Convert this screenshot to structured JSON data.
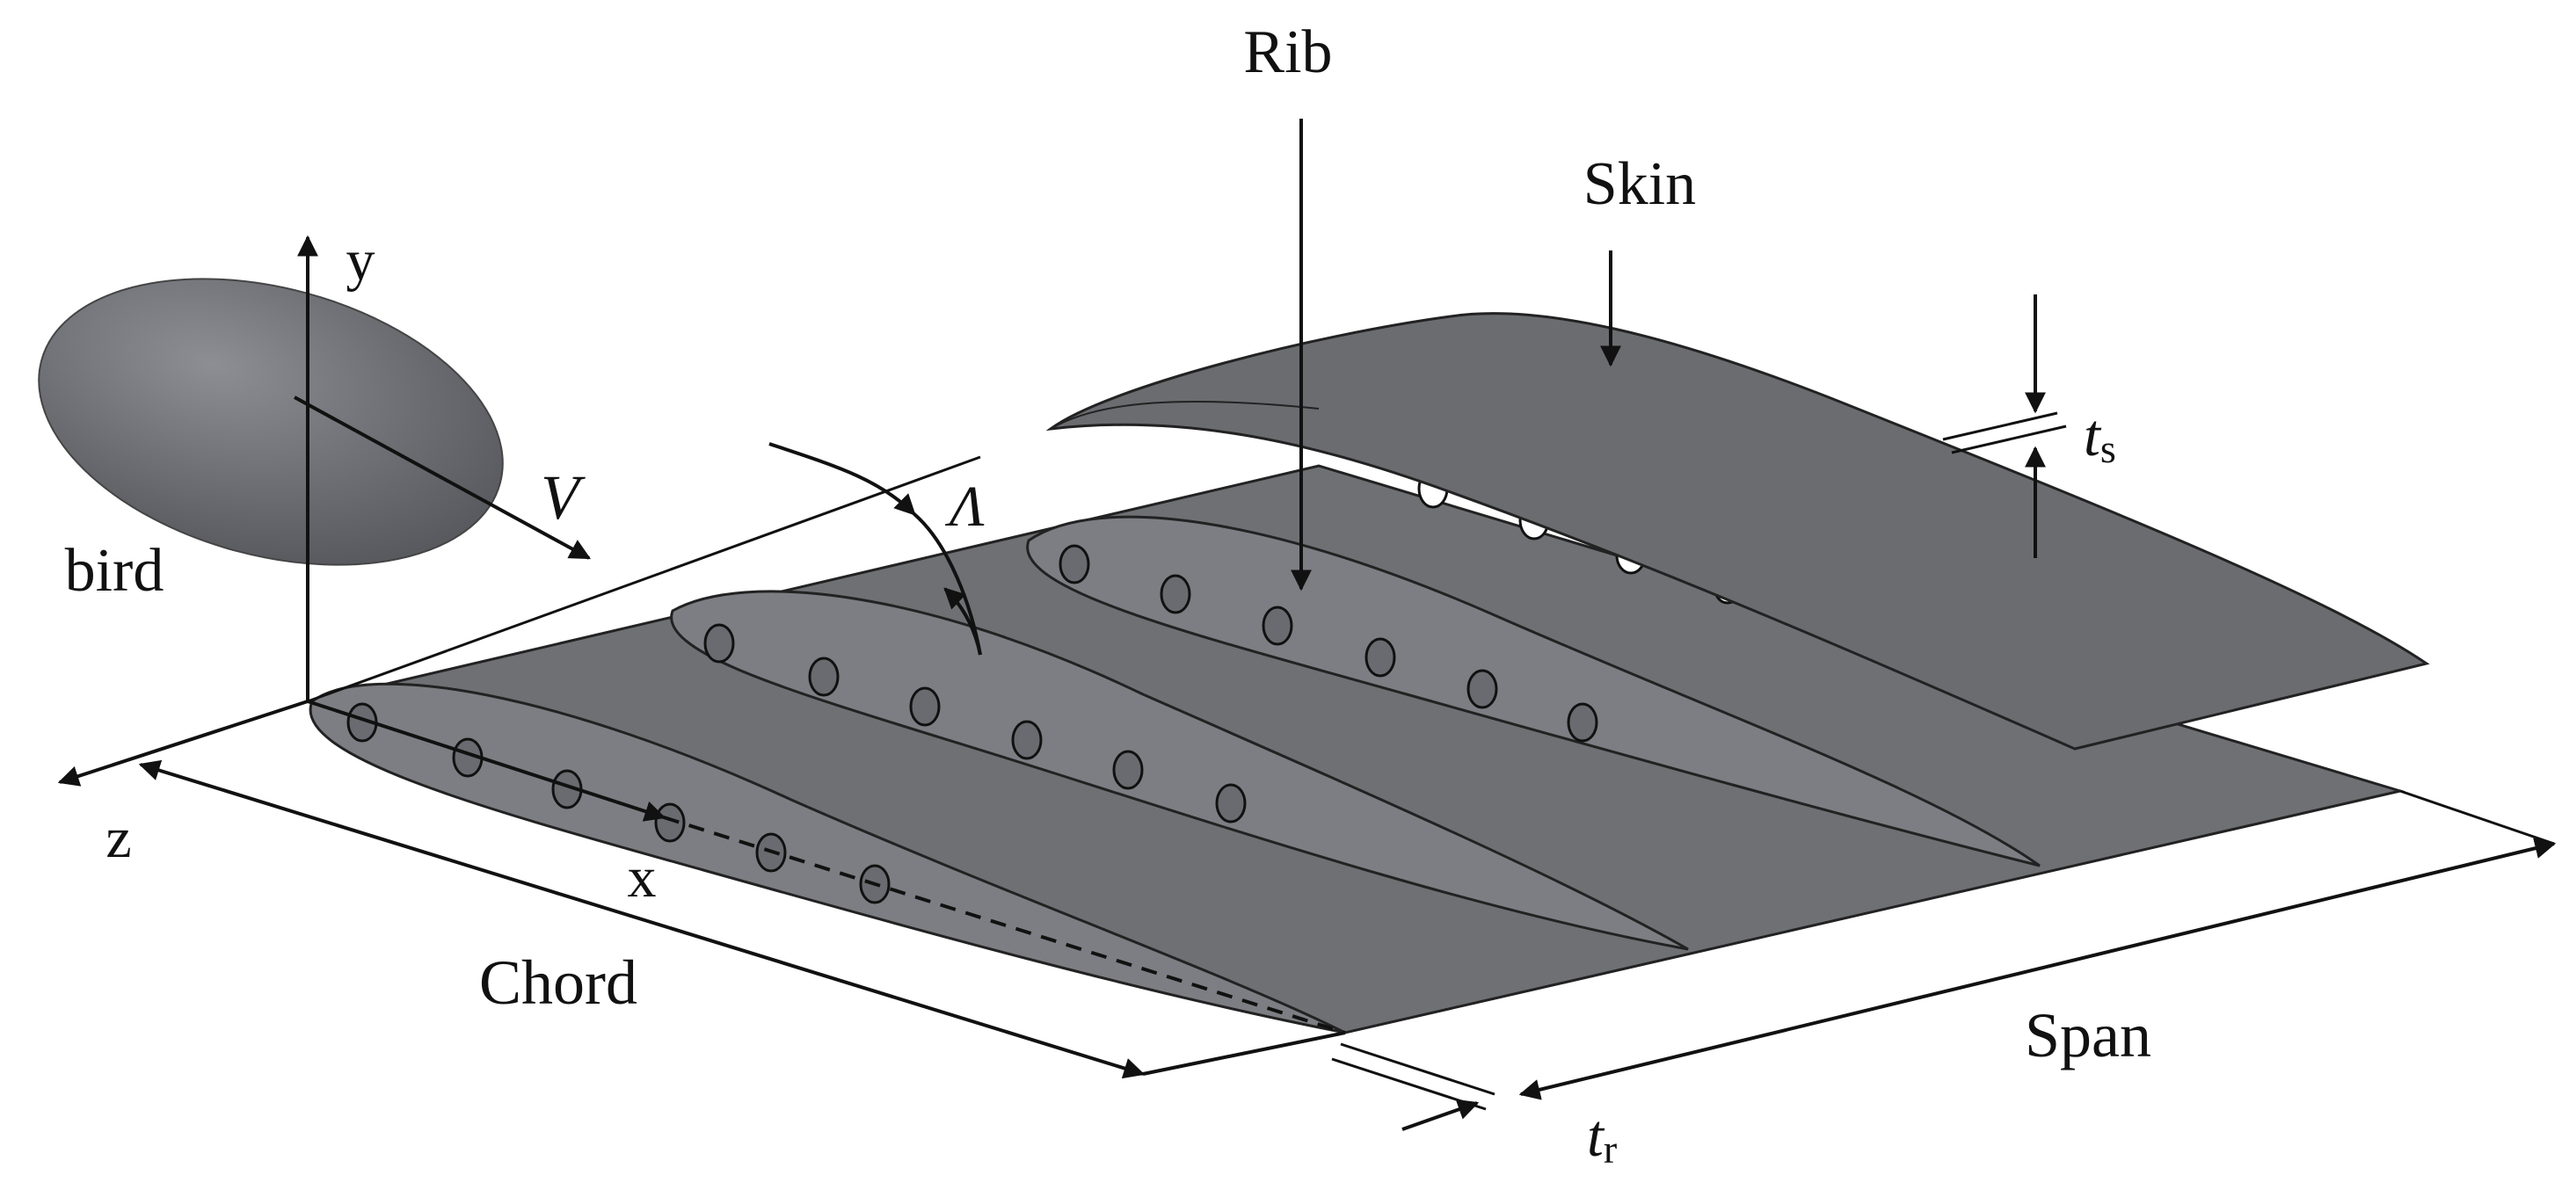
{
  "labels": {
    "rib": "Rib",
    "skin": "Skin",
    "bird": "bird",
    "velocity": "V",
    "sweep_angle": "Λ",
    "chord": "Chord",
    "span": "Span",
    "axis_x": "x",
    "axis_y": "y",
    "axis_z": "z",
    "skin_thickness": "t",
    "skin_thickness_sub": "s",
    "rib_thickness": "t",
    "rib_thickness_sub": "r"
  },
  "colors": {
    "panel": "#6f7074",
    "panel_dark": "#5e5f63",
    "rib": "#7d7e83",
    "rib_edge": "#222222",
    "skin": "#6b6c70",
    "bird_light": "#8a8b90",
    "bird_dark": "#55565b",
    "line": "#111111",
    "hole_fill": "#6a6b70",
    "hole_white": "#ffffff"
  }
}
